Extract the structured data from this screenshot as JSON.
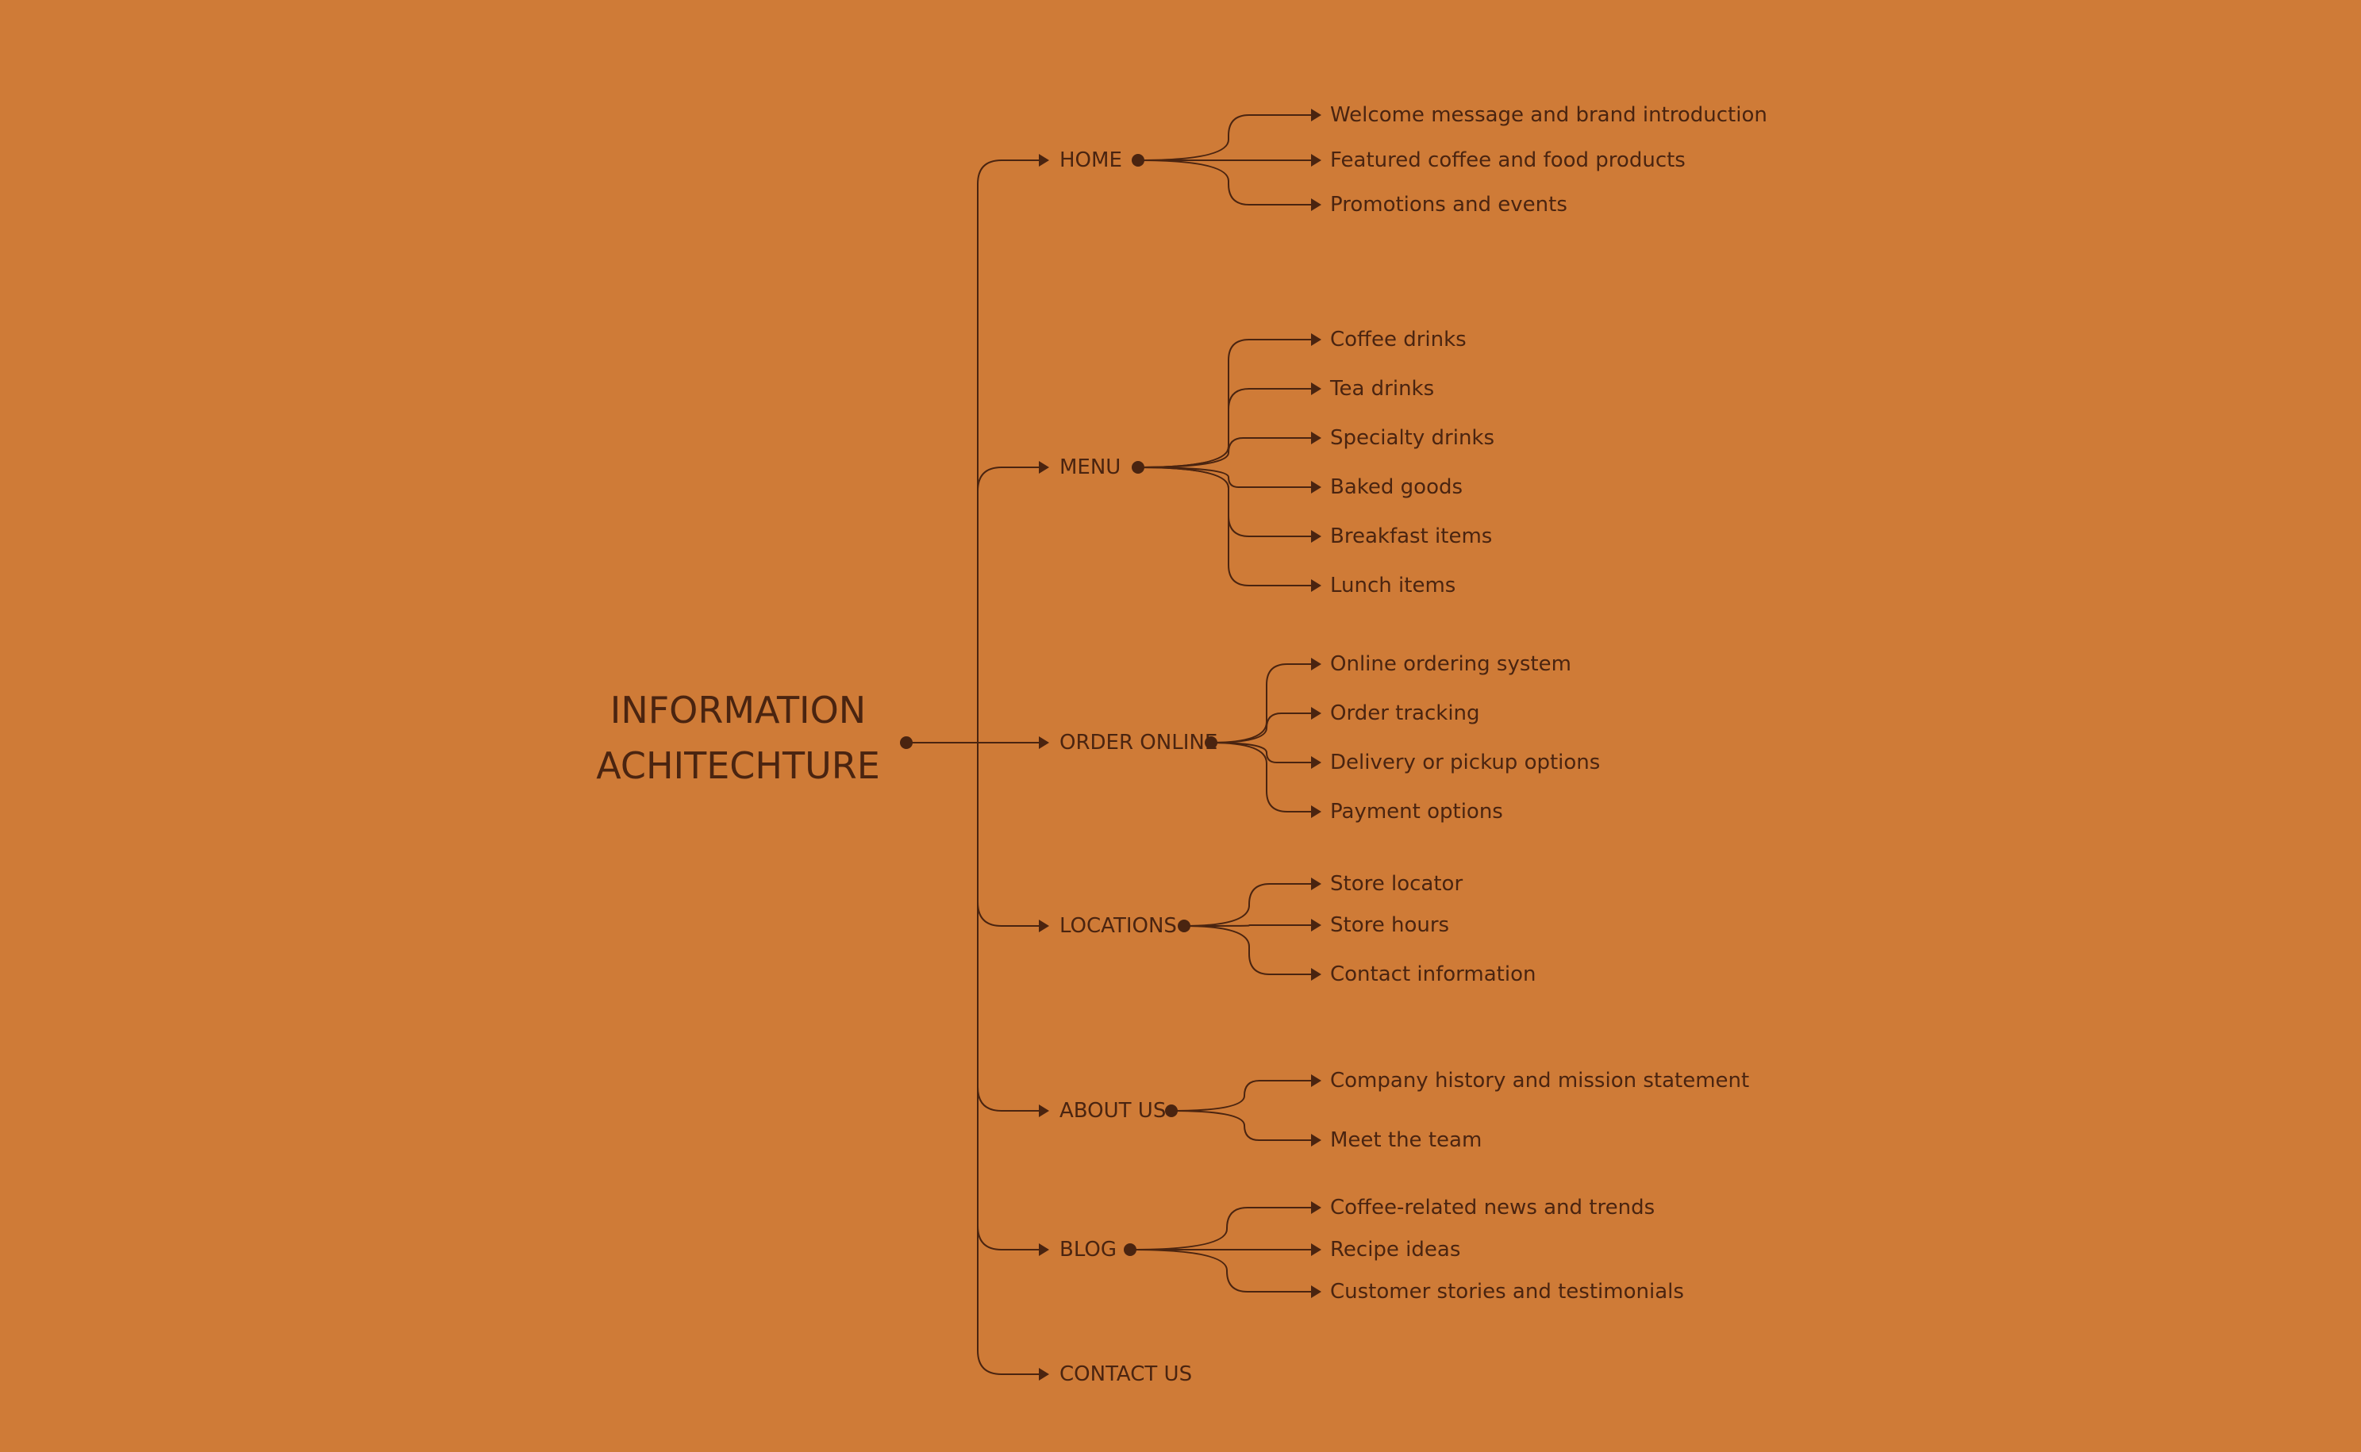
{
  "colors": {
    "background": "#cf7b37",
    "ink": "#4a2410"
  },
  "root": {
    "line1": "INFORMATION",
    "line2": "ACHITECHTURE"
  },
  "sections": [
    {
      "label": "HOME",
      "items": [
        "Welcome message and brand introduction",
        "Featured coffee and food products",
        "Promotions and events"
      ]
    },
    {
      "label": "MENU",
      "items": [
        "Coffee drinks",
        "Tea drinks",
        "Specialty drinks",
        "Baked goods",
        "Breakfast items",
        "Lunch items"
      ]
    },
    {
      "label": "ORDER ONLINE",
      "items": [
        "Online ordering system",
        "Order tracking",
        "Delivery or pickup options",
        "Payment options"
      ]
    },
    {
      "label": "LOCATIONS",
      "items": [
        "Store locator",
        "Store hours",
        "Contact information"
      ]
    },
    {
      "label": "ABOUT US",
      "items": [
        "Company history and mission statement",
        "Meet the team"
      ]
    },
    {
      "label": "BLOG",
      "items": [
        "Coffee-related news and trends",
        "Recipe ideas",
        "Customer stories and testimonials"
      ]
    },
    {
      "label": "CONTACT US",
      "items": []
    }
  ]
}
